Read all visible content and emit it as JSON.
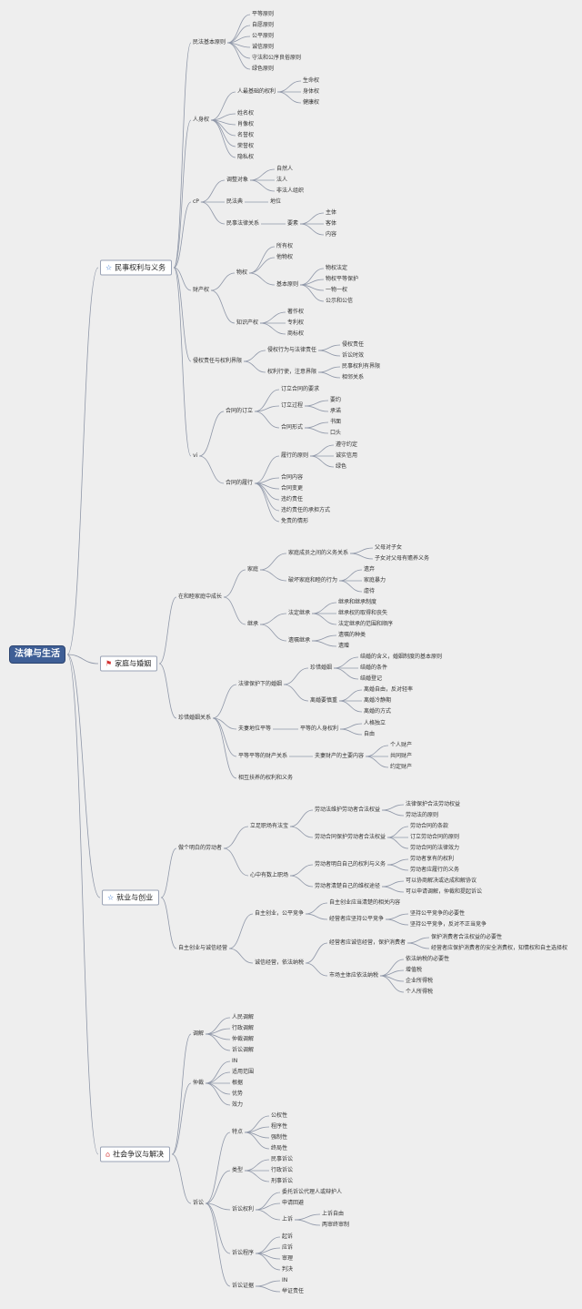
{
  "colors": {
    "background": "#eeeeee",
    "root_fill": "#3f5f96",
    "edge": "#8f97a8",
    "star_icon": "#3a7bd5",
    "flag_icon": "#d32f2f",
    "house_icon": "#d84343"
  },
  "mindmap": {
    "root": {
      "label": "法律与生活"
    },
    "branches": [
      {
        "label": "民事权利与义务",
        "icon": "star-icon"
      },
      {
        "label": "家庭与婚姻",
        "icon": "flag-icon"
      },
      {
        "label": "就业与创业",
        "icon": "star-icon"
      },
      {
        "label": "社会争议与解决",
        "icon": "house-icon"
      }
    ],
    "n": {
      "a1": "民法基本原则",
      "a1a": "平等原则",
      "a1b": "自愿原则",
      "a1c": "公平原则",
      "a1d": "诚信原则",
      "a1e": "守法和公序良俗原则",
      "a1f": "绿色原则",
      "a2": "人身权",
      "a2a": "人最基础的权利",
      "a2a1": "生命权",
      "a2a2": "身体权",
      "a2a3": "健康权",
      "a2b": "姓名权",
      "a2c": "肖像权",
      "a2d": "名誉权",
      "a2e": "荣誉权",
      "a2f": "隐私权",
      "a3": "cP",
      "a3a": "调整对象",
      "a3a1": "自然人",
      "a3a2": "法人",
      "a3a3": "非法人组织",
      "a3b": "民法典",
      "a3b1": "地位",
      "a3c": "民事法律关系",
      "a3c1": "要素",
      "a3c1a": "主体",
      "a3c1b": "客体",
      "a3c1c": "内容",
      "a4": "财产权",
      "a4a": "物权",
      "a4a1": "所有权",
      "a4a2": "他物权",
      "a4a3": "基本原则",
      "a4a3a": "物权法定",
      "a4a3b": "物权平等保护",
      "a4a3c": "一物一权",
      "a4a3d": "公示和公信",
      "a4b": "知识产权",
      "a4b1": "著作权",
      "a4b2": "专利权",
      "a4b3": "商标权",
      "a5": "侵权责任与权利界限",
      "a5a": "侵权行为与法律责任",
      "a5a1": "侵权责任",
      "a5a2": "诉讼时效",
      "a5b": "权利行使，注意界限",
      "a5b1": "民事权利有界限",
      "a5b2": "相邻关系",
      "a6": "vi",
      "a6a": "合同的订立",
      "a6a1": "订立合同的要求",
      "a6a2": "订立过程",
      "a6a2a": "要约",
      "a6a2b": "承诺",
      "a6a3": "合同形式",
      "a6a3a": "书面",
      "a6a3b": "口头",
      "a6b": "合同的履行",
      "a6b1": "履行的原则",
      "a6b1a": "遵守约定",
      "a6b1b": "诚实信用",
      "a6b1c": "绿色",
      "a6b2": "合同内容",
      "a6b3": "合同变更",
      "a6b4": "违约责任",
      "a6b5": "违约责任的承担方式",
      "a6b6": "免责的情形",
      "b1": "在和睦家庭中成长",
      "b1a": "家庭",
      "b1a1": "家庭成员之间的义务关系",
      "b1a1a": "父母对子女",
      "b1a1b": "子女对父母有赡养义务",
      "b1a2": "破坏家庭和睦的行为",
      "b1a2a": "遗弃",
      "b1a2b": "家庭暴力",
      "b1a2c": "虐待",
      "b1b": "继承",
      "b1b1": "法定继承",
      "b1b1a": "继承和继承制度",
      "b1b1b": "继承权的取得和丧失",
      "b1b1c": "法定继承的范围和顺序",
      "b1b2": "遗嘱继承",
      "b1b2a": "遗嘱的种类",
      "b1b2b": "遗赠",
      "b2": "珍惜婚姻关系",
      "b2a": "法律保护下的婚姻",
      "b2a1": "珍惜婚姻",
      "b2a1a": "结婚的含义，婚姻制度的基本原则",
      "b2a1b": "结婚的条件",
      "b2a1c": "结婚登记",
      "b2a2": "离婚要慎重",
      "b2a2a": "离婚自由，反对轻率",
      "b2a2b": "离婚冷静期",
      "b2a2c": "离婚的方式",
      "b2b": "夫妻地位平等",
      "b2b1": "平等的人身权利",
      "b2b1a": "人格独立",
      "b2b1b": "自由",
      "b2c": "平等平等的财产关系",
      "b2c1": "夫妻财产的主要内容",
      "b2c1a": "个人财产",
      "b2c1b": "共同财产",
      "b2c1c": "约定财产",
      "b2d": "相互扶养的权利和义务",
      "c1": "做个明白的劳动者",
      "c1a": "立足职场有法宝",
      "c1a1": "劳动法维护劳动者合法权益",
      "c1a1a": "法律保护合法劳动权益",
      "c1a1b": "劳动法的原则",
      "c1a2": "劳动合同保护劳动者合法权益",
      "c1a2a": "劳动合同的条款",
      "c1a2b": "订立劳动合同的原则",
      "c1a2c": "劳动合同的法律效力",
      "c1b": "心中有数上职场",
      "c1b1": "劳动者明白自己的权利与义务",
      "c1b1a": "劳动者享有的权利",
      "c1b1b": "劳动者应履行的义务",
      "c1b2": "劳动者清楚自己的维权途径",
      "c1b2a": "可以协商解决或达成和解协议",
      "c1b2b": "可以申请调解，仲裁和提起诉讼",
      "c2": "自主创业与诚信经营",
      "c2a": "自主创业，公平竞争",
      "c2a1": "自主创业应当清楚的相关内容",
      "c2a2": "经营者应坚持公平竞争",
      "c2a2a": "坚持公平竞争的必要性",
      "c2a2b": "坚持公平竞争，反对不正当竞争",
      "c2b": "诚信经营，依法纳税",
      "c2b1": "经营者应诚信经营，保护消费者",
      "c2b1a": "保护消费者合法权益的必要性",
      "c2b1b": "经营者应保护消费者的安全消费权，知情权和自主选择权",
      "c2b2": "市场主体应依法纳税",
      "c2b2a": "依法纳税的必要性",
      "c2b2b": "增值税",
      "c2b2c": "企业所得税",
      "c2b2d": "个人所得税",
      "d1": "调解",
      "d1a": "人民调解",
      "d1b": "行政调解",
      "d1c": "仲裁调解",
      "d1d": "诉讼调解",
      "d2": "仲裁",
      "d2a": "IN",
      "d2b": "适用范围",
      "d2c": "根据",
      "d2d": "优势",
      "d2e": "效力",
      "d3": "诉讼",
      "d3a": "特点",
      "d3a1": "公权性",
      "d3a2": "程序性",
      "d3a3": "强制性",
      "d3a4": "终局性",
      "d3b": "类型",
      "d3b1": "民事诉讼",
      "d3b2": "行政诉讼",
      "d3b3": "刑事诉讼",
      "d3c": "诉讼权利",
      "d3c1": "委托诉讼代理人或辩护人",
      "d3c2": "申请回避",
      "d3c3": "上诉",
      "d3c3a": "上诉自由",
      "d3c3b": "两审终审制",
      "d3d": "诉讼程序",
      "d3d1": "起诉",
      "d3d2": "应诉",
      "d3d3": "审理",
      "d3d4": "判决",
      "d3e": "诉讼证据",
      "d3e1": "IN",
      "d3e2": "举证责任"
    }
  }
}
